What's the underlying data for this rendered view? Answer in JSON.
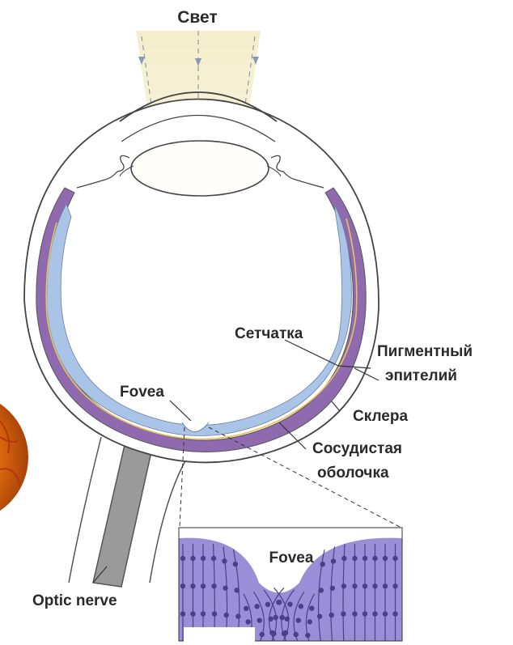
{
  "labels": {
    "light": "Свет",
    "retina": "Сетчатка",
    "pigment_epithelium_line1": "Пигментный",
    "pigment_epithelium_line2": "эпителий",
    "sclera": "Склера",
    "choroid_line1": "Сосудистая",
    "choroid_line2": "оболочка",
    "fovea": "Fovea",
    "fovea_inset": "Fovea",
    "optic_nerve": "Optic nerve"
  },
  "colors": {
    "retina": "#a9c4e6",
    "choroid": "#8f6aae",
    "pigment": "#e8c35a",
    "light_beam": "#f8f3d6",
    "outline": "#444444",
    "nerve": "#9a9a9a",
    "inset_bg": "#9a8fd6",
    "fundus": "#e06a10"
  }
}
